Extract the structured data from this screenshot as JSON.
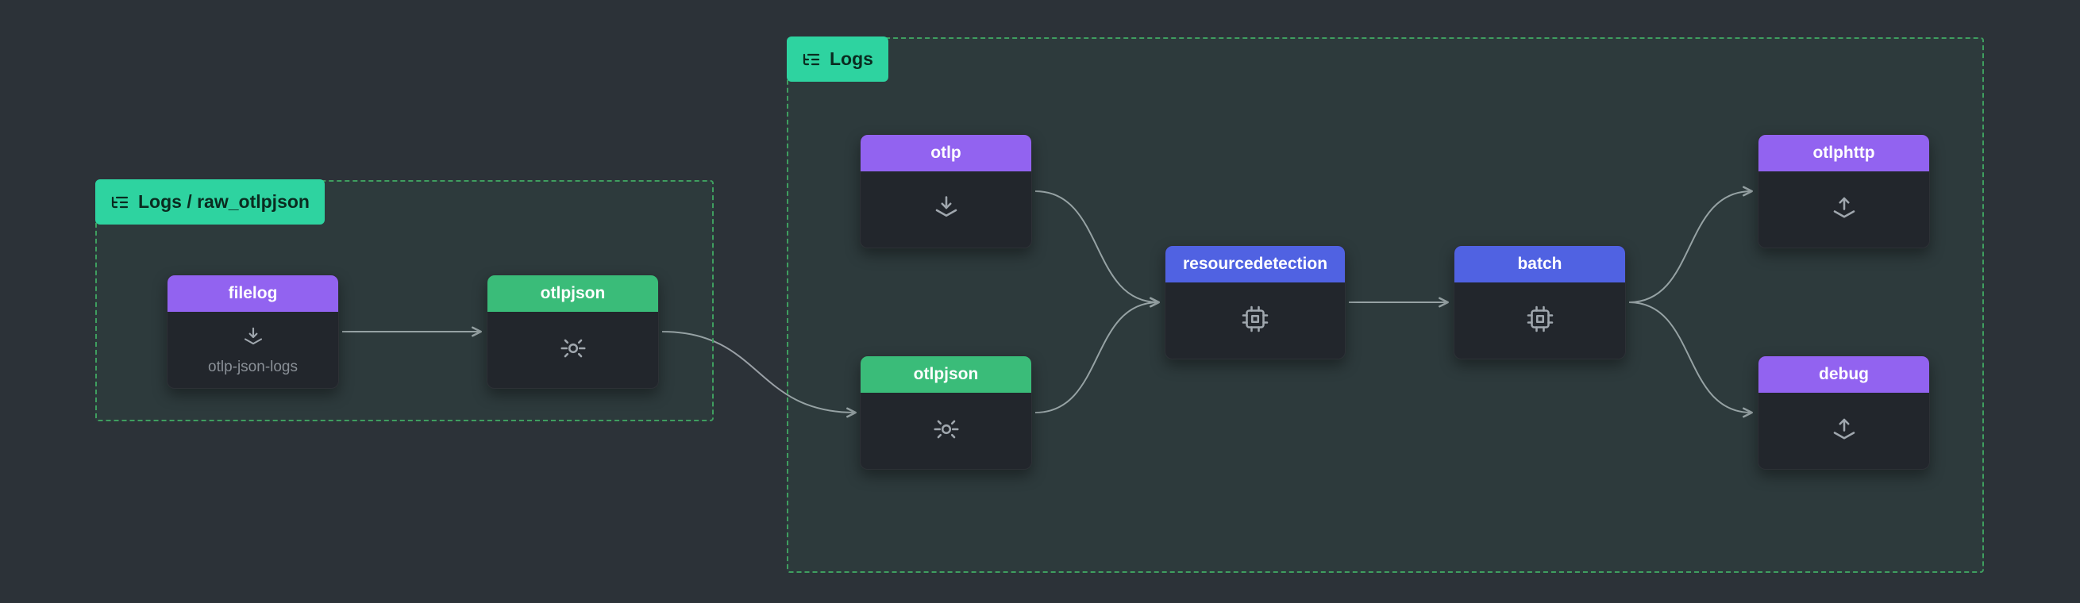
{
  "palette": {
    "background": "#2c3238",
    "group_border": "#3f9e5f",
    "group_label_bg": "#2ed3a0",
    "group_label_text": "#0a2b20",
    "receiver_header": "#9263f0",
    "exporter_header": "#9263f0",
    "processor_header": "#5062e2",
    "connector_header": "#3abc79",
    "node_bg": "#22262c",
    "muted_text": "#8a9097",
    "icon": "#a0a7ae",
    "edge": "#9aa0a6"
  },
  "groups": {
    "raw": {
      "label": "Logs / raw_otlpjson"
    },
    "logs": {
      "label": "Logs"
    }
  },
  "nodes": {
    "filelog": {
      "label": "filelog",
      "sublabel": "otlp-json-logs",
      "type": "receiver"
    },
    "otlpjson_raw": {
      "label": "otlpjson",
      "type": "connector"
    },
    "otlp": {
      "label": "otlp",
      "type": "receiver"
    },
    "otlpjson": {
      "label": "otlpjson",
      "type": "connector"
    },
    "resourcedetection": {
      "label": "resourcedetection",
      "type": "processor"
    },
    "batch": {
      "label": "batch",
      "type": "processor"
    },
    "otlphttp": {
      "label": "otlphttp",
      "type": "exporter"
    },
    "debug": {
      "label": "debug",
      "type": "exporter"
    }
  },
  "edges": [
    {
      "from": "filelog",
      "to": "otlpjson_raw"
    },
    {
      "from": "otlpjson_raw",
      "to": "otlpjson"
    },
    {
      "from": "otlp",
      "to": "resourcedetection"
    },
    {
      "from": "otlpjson",
      "to": "resourcedetection"
    },
    {
      "from": "resourcedetection",
      "to": "batch"
    },
    {
      "from": "batch",
      "to": "otlphttp"
    },
    {
      "from": "batch",
      "to": "debug"
    }
  ]
}
